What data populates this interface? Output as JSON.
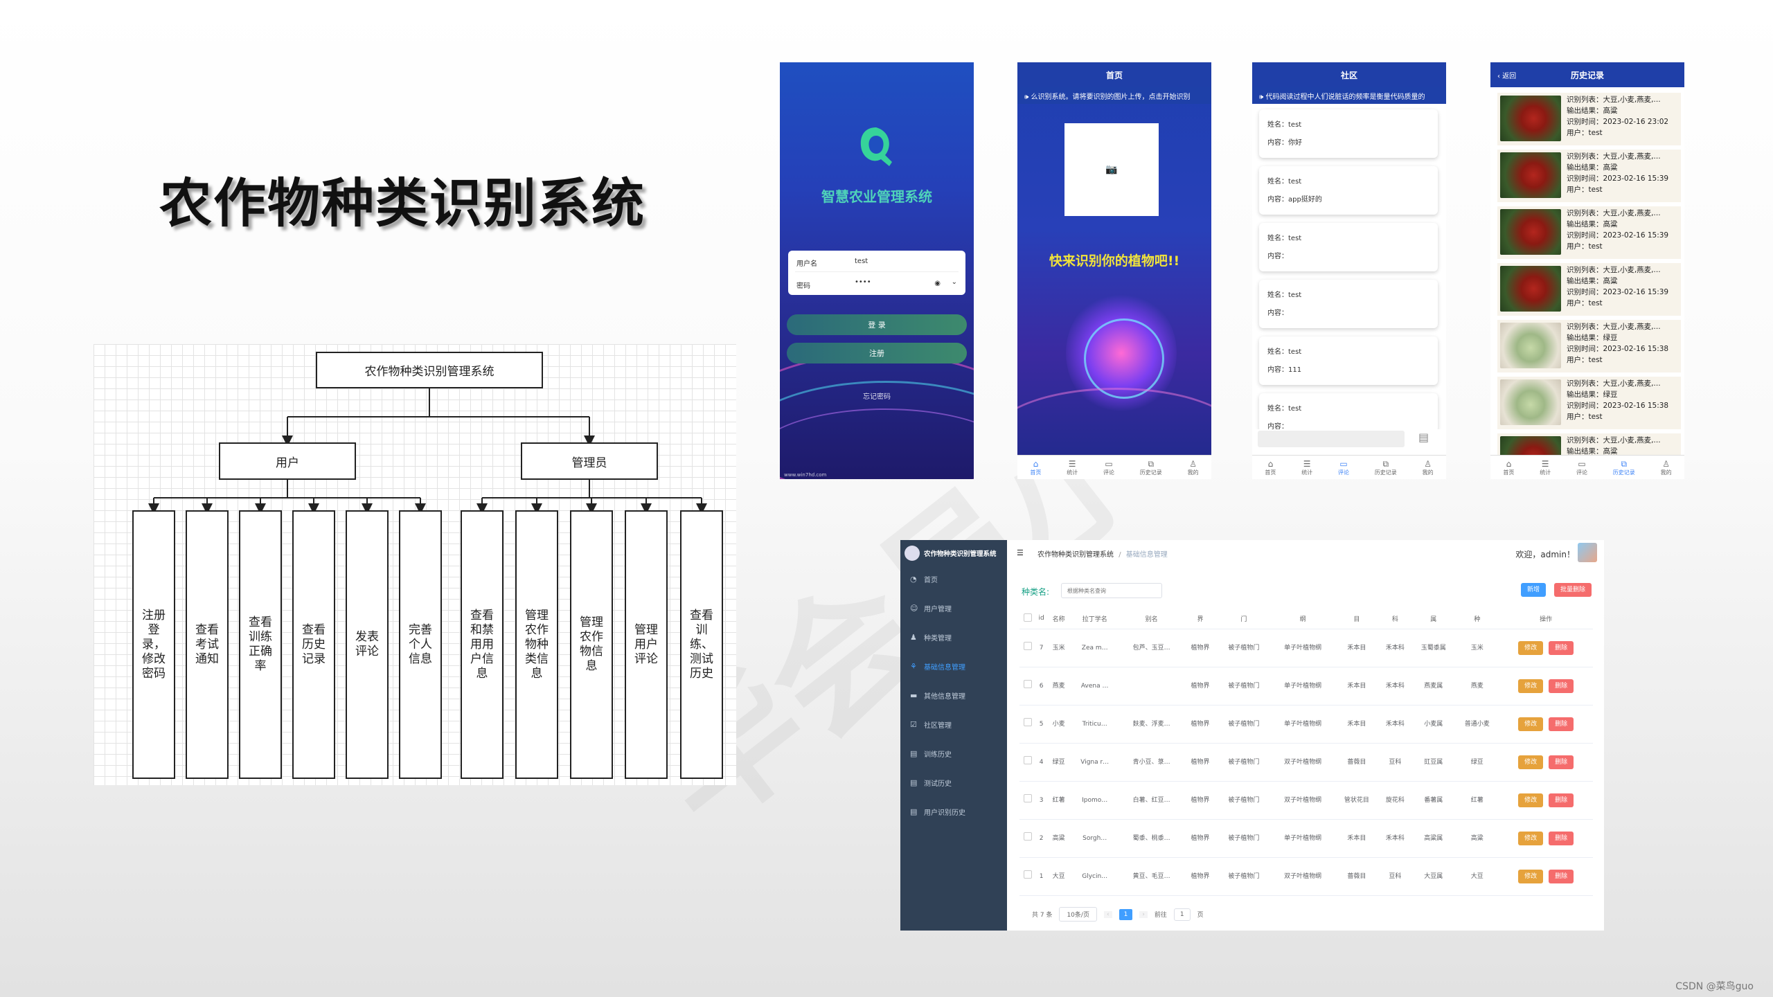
{
  "slide": {
    "title": "农作物种类识别系统",
    "watermark": "毕会员小",
    "credit": "CSDN @菜鸟guo"
  },
  "diagram": {
    "root": "农作物种类识别管理系统",
    "user": "用户",
    "admin": "管理员",
    "user_leaves": [
      "注册登录，修改密码",
      "查看考试通知",
      "查看训练正确率",
      "查看历史记录",
      "发表评论",
      "完善个人信息"
    ],
    "admin_leaves": [
      "查看和禁用用户信息",
      "管理农作物种类信息",
      "管理农作物信息",
      "管理用户评论",
      "查看训练、测试历史"
    ]
  },
  "login": {
    "app_name": "智慧农业管理系统",
    "username_label": "用户名",
    "username_value": "test",
    "password_label": "密码",
    "password_value": "••••",
    "login_button": "登 录",
    "register_button": "注册",
    "forgot": "忘记密码",
    "url": "www.win7hd.com"
  },
  "tabs": [
    "首页",
    "统计",
    "评论",
    "历史记录",
    "我的"
  ],
  "home": {
    "title": "首页",
    "marquee": "🕪 么识别系统。请将要识别的图片上传，点击开始识别",
    "slogan": "快来识别你的植物吧!!"
  },
  "community": {
    "title": "社区",
    "marquee": "🕪 代码阅读过程中人们说脏话的频率是衡量代码质量的",
    "posts": [
      {
        "name": "姓名：test",
        "content": "内容：你好"
      },
      {
        "name": "姓名：test",
        "content": "内容：app挺好的"
      },
      {
        "name": "姓名：test",
        "content": "内容："
      },
      {
        "name": "姓名：test",
        "content": "内容："
      },
      {
        "name": "姓名：test",
        "content": "内容：111"
      },
      {
        "name": "姓名：test",
        "content": "内容："
      }
    ]
  },
  "history": {
    "back": "‹ 返回",
    "title": "历史记录",
    "records": [
      {
        "list": "识别列表：大豆,小麦,燕麦,...",
        "result": "输出结果：高粱",
        "time": "识别时间：2023-02-16 23:02",
        "user": "用户：test",
        "kind": "sorghum"
      },
      {
        "list": "识别列表：大豆,小麦,燕麦,...",
        "result": "输出结果：高粱",
        "time": "识别时间：2023-02-16 15:39",
        "user": "用户：test",
        "kind": "sorghum"
      },
      {
        "list": "识别列表：大豆,小麦,燕麦,...",
        "result": "输出结果：高粱",
        "time": "识别时间：2023-02-16 15:39",
        "user": "用户：test",
        "kind": "sorghum"
      },
      {
        "list": "识别列表：大豆,小麦,燕麦,...",
        "result": "输出结果：高粱",
        "time": "识别时间：2023-02-16 15:39",
        "user": "用户：test",
        "kind": "sorghum"
      },
      {
        "list": "识别列表：大豆,小麦,燕麦,...",
        "result": "输出结果：绿豆",
        "time": "识别时间：2023-02-16 15:38",
        "user": "用户：test",
        "kind": "mungbean"
      },
      {
        "list": "识别列表：大豆,小麦,燕麦,...",
        "result": "输出结果：绿豆",
        "time": "识别时间：2023-02-16 15:38",
        "user": "用户：test",
        "kind": "mungbean"
      },
      {
        "list": "识别列表：大豆,小麦,燕麦,...",
        "result": "输出结果：高粱",
        "time": "",
        "user": "",
        "kind": "sorghum"
      }
    ]
  },
  "admin": {
    "brand": "农作物种类识别管理系统",
    "menu": [
      "首页",
      "用户管理",
      "种类管理",
      "基础信息管理",
      "其他信息管理",
      "社区管理",
      "训练历史",
      "测试历史",
      "用户识别历史"
    ],
    "active_index": 3,
    "breadcrumb_root": "农作物种类识别管理系统",
    "breadcrumb_sep": "/",
    "breadcrumb_current": "基础信息管理",
    "welcome": "欢迎，admin！",
    "search_label": "种类名:",
    "search_placeholder": "根据种类名查询",
    "add_button": "新增",
    "batch_delete_button": "批量删除",
    "columns": [
      "id",
      "名称",
      "拉丁学名",
      "别名",
      "界",
      "门",
      "纲",
      "目",
      "科",
      "属",
      "种",
      "操作"
    ],
    "rows": [
      [
        "7",
        "玉米",
        "Zea m…",
        "包芦、玉豆…",
        "植物界",
        "被子植物门",
        "单子叶植物纲",
        "禾本目",
        "禾本科",
        "玉蜀黍属",
        "玉米"
      ],
      [
        "6",
        "燕麦",
        "Avena …",
        "",
        "植物界",
        "被子植物门",
        "单子叶植物纲",
        "禾本目",
        "禾本科",
        "燕麦属",
        "燕麦"
      ],
      [
        "5",
        "小麦",
        "Triticu…",
        "麸麦、浮麦…",
        "植物界",
        "被子植物门",
        "单子叶植物纲",
        "禾本目",
        "禾本科",
        "小麦属",
        "普通小麦"
      ],
      [
        "4",
        "绿豆",
        "Vigna r…",
        "青小豆、菉…",
        "植物界",
        "被子植物门",
        "双子叶植物纲",
        "蔷薇目",
        "豆科",
        "豇豆属",
        "绿豆"
      ],
      [
        "3",
        "红薯",
        "Ipomo…",
        "白薯、红豆…",
        "植物界",
        "被子植物门",
        "双子叶植物纲",
        "管状花目",
        "旋花科",
        "番薯属",
        "红薯"
      ],
      [
        "2",
        "高粱",
        "Sorgh…",
        "蜀黍、桃黍…",
        "植物界",
        "被子植物门",
        "单子叶植物纲",
        "禾本目",
        "禾本科",
        "高粱属",
        "高粱"
      ],
      [
        "1",
        "大豆",
        "Glycin…",
        "黄豆、毛豆…",
        "植物界",
        "被子植物门",
        "双子叶植物纲",
        "蔷薇目",
        "豆科",
        "大豆属",
        "大豆"
      ]
    ],
    "edit_label": "修改",
    "delete_label": "删除",
    "total": "共 7 条",
    "page_size": "10条/页",
    "current_page": "1",
    "goto_label": "前往",
    "goto_value": "1",
    "page_unit": "页"
  },
  "colors": {
    "primary": "#409eff",
    "warning": "#e6a23c",
    "danger": "#f56c6c",
    "sidebar": "#304156",
    "app_blue": "#1f3fa8"
  }
}
